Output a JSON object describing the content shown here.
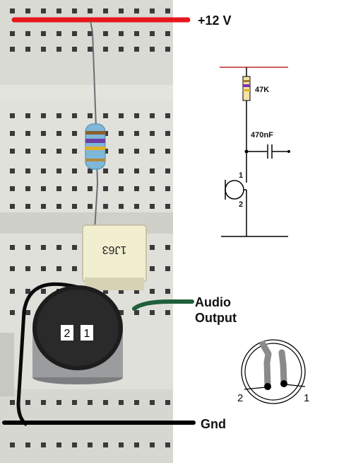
{
  "labels": {
    "supply": "+12 V",
    "ground": "Gnd",
    "output_line1": "Audio",
    "output_line2": "Output"
  },
  "schematic": {
    "resistor_value": "47K",
    "capacitor_value": "470nF",
    "mic_pin1": "1",
    "mic_pin2": "2"
  },
  "component_markings": {
    "capacitor_code": "1J63",
    "mic_pin_left": "2",
    "mic_pin_right": "1"
  },
  "pinout": {
    "pin_left": "2",
    "pin_right": "1"
  },
  "colors": {
    "supply_rail": "#e8161c",
    "ground_rail": "#000000",
    "audio_wire": "#1f5f3a",
    "schematic_rail": "#c0282e",
    "schematic_line": "#000000",
    "breadboard": "#e3e3dd",
    "capacitor_body": "#f2eed0",
    "resistor_body": "#7fb7d8",
    "microphone_body": "#222222"
  }
}
